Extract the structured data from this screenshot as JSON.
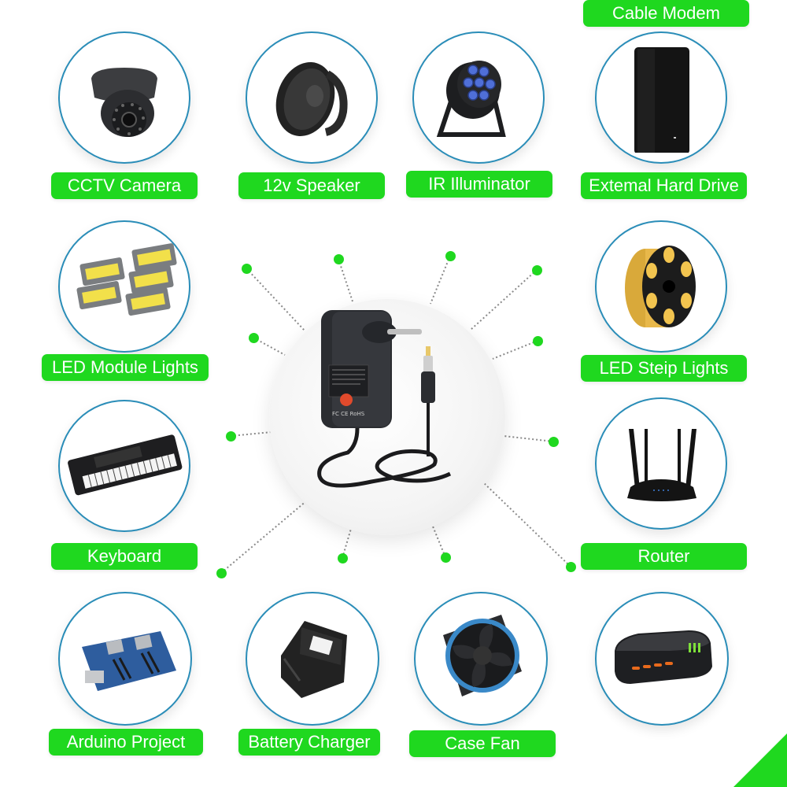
{
  "theme": {
    "accent_green": "#1fd81f",
    "circle_border": "#2a8db8",
    "label_text": "#ffffff"
  },
  "center_product": {
    "name": "universal-ac-dc-adapter",
    "icon": "power-adapter-icon",
    "plug_type": "EU two-pin"
  },
  "devices": [
    {
      "label": "CCTV Camera",
      "icon": "dome-camera-icon"
    },
    {
      "label": "12v Speaker",
      "icon": "speaker-icon"
    },
    {
      "label": "IR Illuminator",
      "icon": "par-light-icon"
    },
    {
      "label": "Extemal Hard Drive",
      "icon": "hard-drive-icon"
    },
    {
      "label": "LED Module Lights",
      "icon": "floodlight-icon"
    },
    {
      "label": "LED Steip Lights",
      "icon": "led-strip-reel-icon"
    },
    {
      "label": "Keyboard",
      "icon": "keyboard-piano-icon"
    },
    {
      "label": "Router",
      "icon": "router-icon"
    },
    {
      "label": "Arduino Project",
      "icon": "circuit-board-icon"
    },
    {
      "label": "Battery Charger",
      "icon": "battery-charger-icon"
    },
    {
      "label": "Case Fan",
      "icon": "case-fan-icon"
    },
    {
      "label": "Cable Modem",
      "icon": "cable-modem-icon"
    }
  ]
}
